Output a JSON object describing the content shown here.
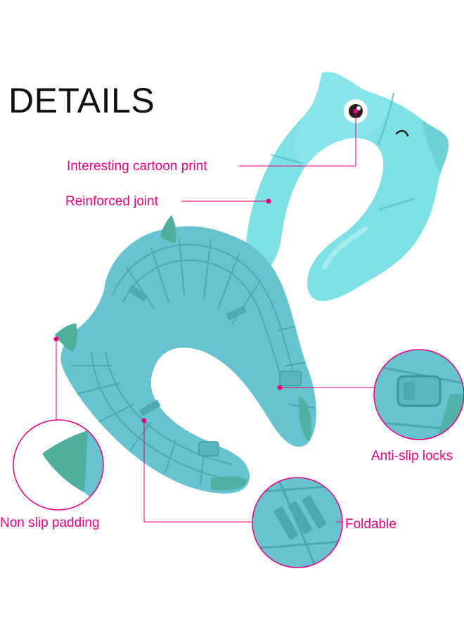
{
  "page": {
    "title": "DETAILS"
  },
  "labels": {
    "cartoon_print": "Interesting cartoon print",
    "reinforced_joint": "Reinforced joint",
    "anti_slip_locks": "Anti-slip locks",
    "non_slip_padding": "Non slip padding",
    "foldable": "Foldable"
  },
  "colors": {
    "accent": "#e6007e",
    "seat_top": "#7ee0e4",
    "seat_bottom": "#67c3cf",
    "padding_green": "#4fae9e",
    "title_text": "#111111"
  },
  "icons": {
    "seat_top": "potty-seat-top-view",
    "seat_bottom": "potty-seat-bottom-view"
  }
}
